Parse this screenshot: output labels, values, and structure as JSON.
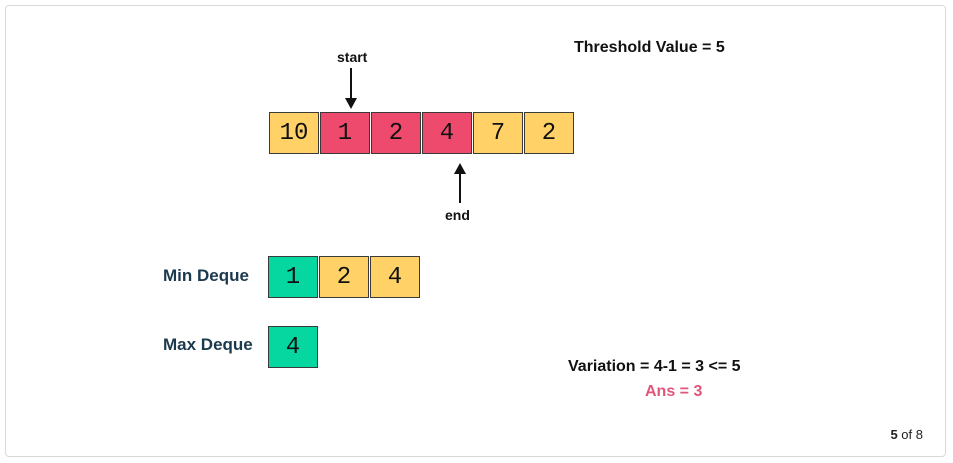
{
  "threshold_text": "Threshold Value = 5",
  "pointers": {
    "start": "start",
    "end": "end"
  },
  "array": [
    {
      "value": "10",
      "state": "window-out"
    },
    {
      "value": "1",
      "state": "in-window"
    },
    {
      "value": "2",
      "state": "in-window"
    },
    {
      "value": "4",
      "state": "in-window"
    },
    {
      "value": "7",
      "state": "window-out"
    },
    {
      "value": "2",
      "state": "window-out"
    }
  ],
  "min_deque": {
    "label": "Min Deque",
    "items": [
      {
        "value": "1",
        "state": "front"
      },
      {
        "value": "2",
        "state": "normal"
      },
      {
        "value": "4",
        "state": "normal"
      }
    ]
  },
  "max_deque": {
    "label": "Max Deque",
    "items": [
      {
        "value": "4",
        "state": "front"
      }
    ]
  },
  "variation_text": "Variation = 4-1 = 3 <= 5",
  "answer_text": "Ans = 3",
  "pager": {
    "current": "5",
    "separator": "of",
    "total": "8"
  },
  "colors": {
    "in-window": "#ee4a6d",
    "window-out": "#ffd166",
    "front": "#06d6a0",
    "normal": "#ffd166",
    "answer": "#e0567a"
  }
}
